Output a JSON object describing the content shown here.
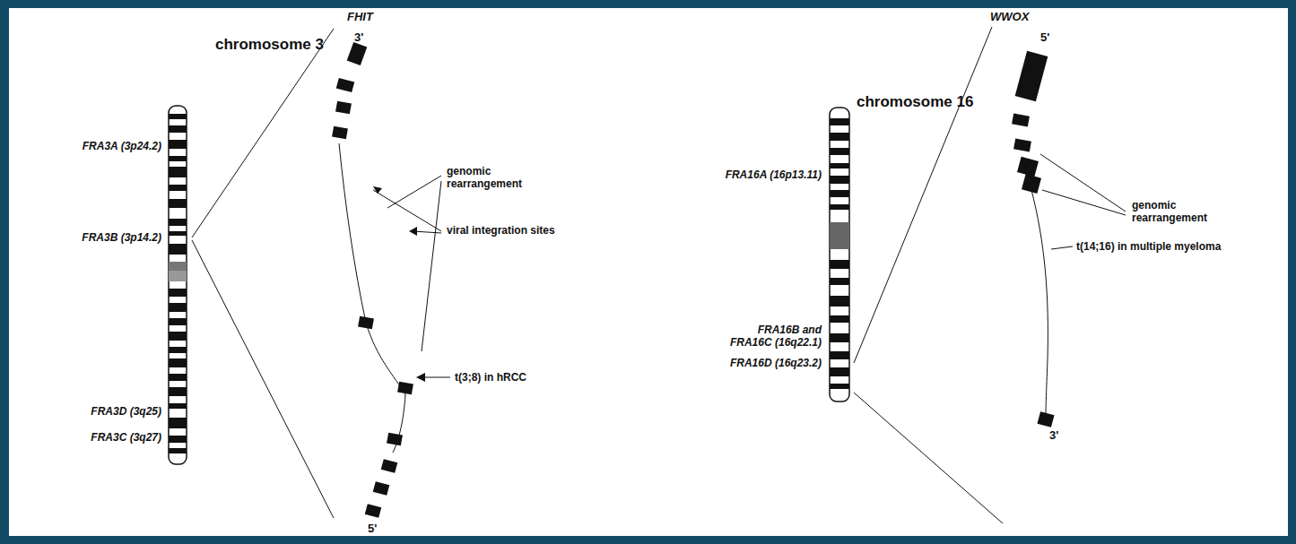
{
  "diagram": {
    "labels": [
      "chromosome 3",
      "FHIT",
      "3'",
      "FRA3A (3p24.2)",
      "FRA3B (3p14.2)",
      "genomic rearrangement",
      "viral integration sites",
      "t(3;8) in hRCC",
      "FRA3D (3q25)",
      "FRA3C (3q27)",
      "5'",
      "WWOX",
      "5'",
      "chromosome 16",
      "FRA16A (16p13.11)",
      "genomic rearrangement",
      "FRA16B and FRA16C (16q22.1)",
      "FRA16D (16q23.2)",
      "t(14;16) in multiple myeloma",
      "3'"
    ]
  }
}
